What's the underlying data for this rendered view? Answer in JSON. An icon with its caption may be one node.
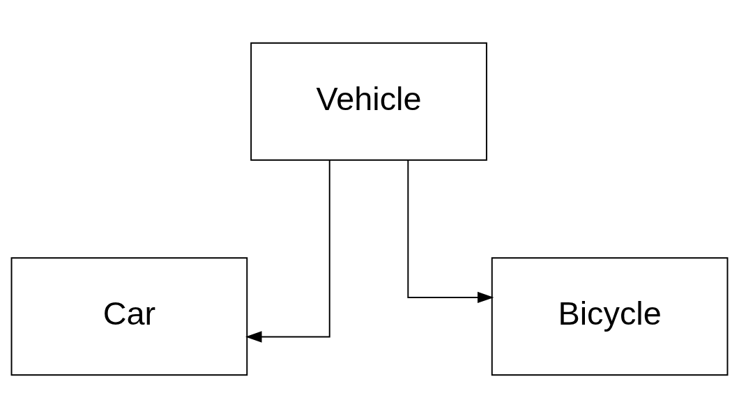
{
  "diagram": {
    "nodes": [
      {
        "text": [
          "Vehicle"
        ]
      },
      {
        "text": [
          "Car"
        ]
      },
      {
        "text": [
          "Bicycle"
        ]
      }
    ],
    "edges": [
      {
        "from": 0,
        "to": 1,
        "arrow": "to"
      },
      {
        "from": 0,
        "to": 2,
        "arrow": "to"
      }
    ]
  }
}
